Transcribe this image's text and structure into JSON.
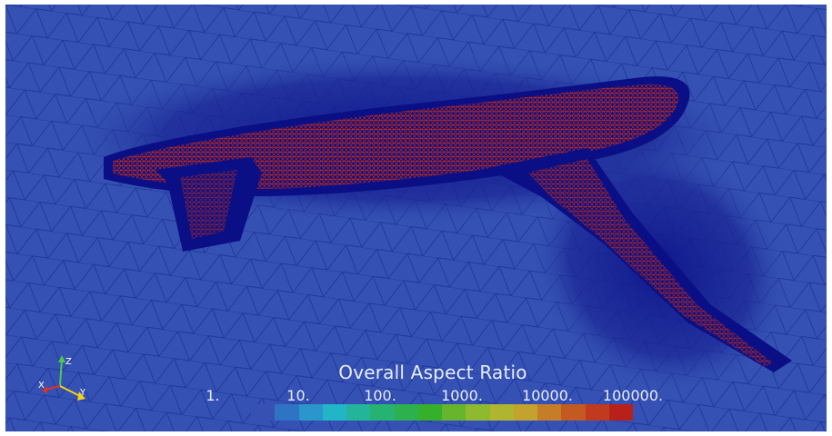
{
  "colormap": {
    "background": "#3451b3",
    "mesh_line": "#13237a",
    "surface_dense": "#0a0f85",
    "surface_high_ratio": "#c12a1a",
    "colors": [
      "#3751b2",
      "#2e73c4",
      "#2a96cb",
      "#22b5c8",
      "#22b59a",
      "#26b271",
      "#2db04e",
      "#36b02b",
      "#66b52c",
      "#8fba2f",
      "#afb431",
      "#c3a22d",
      "#c67d27",
      "#c25a22",
      "#bf3a1f",
      "#b72119"
    ]
  },
  "colorbar": {
    "title": "Overall Aspect Ratio",
    "ticks": [
      "1.",
      "10.",
      "100.",
      "1000.",
      "10000.",
      "100000."
    ]
  },
  "axes": {
    "x_label": "X",
    "y_label": "Y",
    "z_label": "Z",
    "x_color": "#e0302a",
    "y_color": "#f1d21a",
    "z_color": "#4ec94e"
  }
}
